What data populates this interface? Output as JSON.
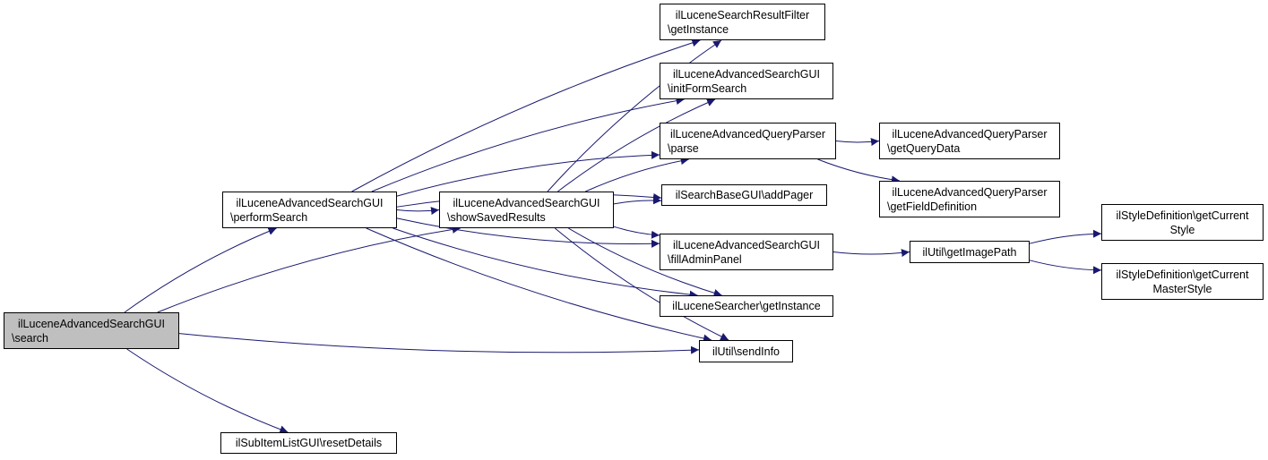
{
  "colors": {
    "edge": "#191970",
    "node_border": "#000000",
    "root_fill": "#bfbfbf",
    "node_fill": "#ffffff"
  },
  "nodes": {
    "search": {
      "line1": "ilLuceneAdvancedSearchGUI",
      "line2": "\\search"
    },
    "performSearch": {
      "line1": "ilLuceneAdvancedSearchGUI",
      "line2": "\\performSearch"
    },
    "resetDetails": {
      "line1": "ilSubItemListGUI\\resetDetails"
    },
    "showSavedResults": {
      "line1": "ilLuceneAdvancedSearchGUI",
      "line2": "\\showSavedResults"
    },
    "filterGetInstance": {
      "line1": "ilLuceneSearchResultFilter",
      "line2": "\\getInstance"
    },
    "initFormSearch": {
      "line1": "ilLuceneAdvancedSearchGUI",
      "line2": "\\initFormSearch"
    },
    "parse": {
      "line1": "ilLuceneAdvancedQueryParser",
      "line2": "\\parse"
    },
    "addPager": {
      "line1": "ilSearchBaseGUI\\addPager"
    },
    "fillAdminPanel": {
      "line1": "ilLuceneAdvancedSearchGUI",
      "line2": "\\fillAdminPanel"
    },
    "searcherGetInstance": {
      "line1": "ilLuceneSearcher\\getInstance"
    },
    "sendInfo": {
      "line1": "ilUtil\\sendInfo"
    },
    "getQueryData": {
      "line1": "ilLuceneAdvancedQueryParser",
      "line2": "\\getQueryData"
    },
    "getFieldDefinition": {
      "line1": "ilLuceneAdvancedQueryParser",
      "line2": "\\getFieldDefinition"
    },
    "getImagePath": {
      "line1": "ilUtil\\getImagePath"
    },
    "getCurrentStyle": {
      "line1": "ilStyleDefinition\\getCurrent",
      "line2": "Style"
    },
    "getCurrentMasterStyle": {
      "line1": "ilStyleDefinition\\getCurrent",
      "line2": "MasterStyle"
    }
  },
  "edges": [
    [
      "search",
      "performSearch"
    ],
    [
      "search",
      "showSavedResults"
    ],
    [
      "search",
      "resetDetails"
    ],
    [
      "search",
      "sendInfo"
    ],
    [
      "performSearch",
      "showSavedResults"
    ],
    [
      "performSearch",
      "filterGetInstance"
    ],
    [
      "performSearch",
      "initFormSearch"
    ],
    [
      "performSearch",
      "parse"
    ],
    [
      "performSearch",
      "addPager"
    ],
    [
      "performSearch",
      "fillAdminPanel"
    ],
    [
      "performSearch",
      "searcherGetInstance"
    ],
    [
      "performSearch",
      "sendInfo"
    ],
    [
      "showSavedResults",
      "filterGetInstance"
    ],
    [
      "showSavedResults",
      "initFormSearch"
    ],
    [
      "showSavedResults",
      "parse"
    ],
    [
      "showSavedResults",
      "addPager"
    ],
    [
      "showSavedResults",
      "fillAdminPanel"
    ],
    [
      "showSavedResults",
      "searcherGetInstance"
    ],
    [
      "showSavedResults",
      "sendInfo"
    ],
    [
      "parse",
      "getQueryData"
    ],
    [
      "parse",
      "getFieldDefinition"
    ],
    [
      "fillAdminPanel",
      "getImagePath"
    ],
    [
      "getImagePath",
      "getCurrentStyle"
    ],
    [
      "getImagePath",
      "getCurrentMasterStyle"
    ]
  ]
}
